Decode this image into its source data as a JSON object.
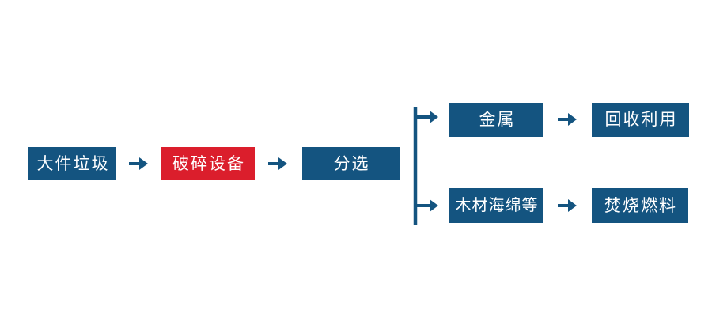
{
  "colors": {
    "node_blue": "#145480",
    "node_red": "#DB1E2C",
    "arrow_blue": "#145480",
    "node_text": "#FFFFFF",
    "background": "#FFFFFF"
  },
  "flowchart": {
    "nodes": [
      {
        "label": "大件垃圾",
        "variant": "blue"
      },
      {
        "label": "破碎设备",
        "variant": "red"
      },
      {
        "label": "分选",
        "variant": "blue"
      },
      {
        "label": "金属",
        "variant": "blue"
      },
      {
        "label": "回收利用",
        "variant": "blue"
      },
      {
        "label": "木材海绵等",
        "variant": "blue"
      },
      {
        "label": "焚烧燃料",
        "variant": "blue"
      }
    ],
    "edges": [
      {
        "from": "大件垃圾",
        "to": "破碎设备"
      },
      {
        "from": "破碎设备",
        "to": "分选"
      },
      {
        "from": "分选",
        "to": "金属"
      },
      {
        "from": "分选",
        "to": "木材海绵等"
      },
      {
        "from": "金属",
        "to": "回收利用"
      },
      {
        "from": "木材海绵等",
        "to": "焚烧燃料"
      }
    ]
  }
}
